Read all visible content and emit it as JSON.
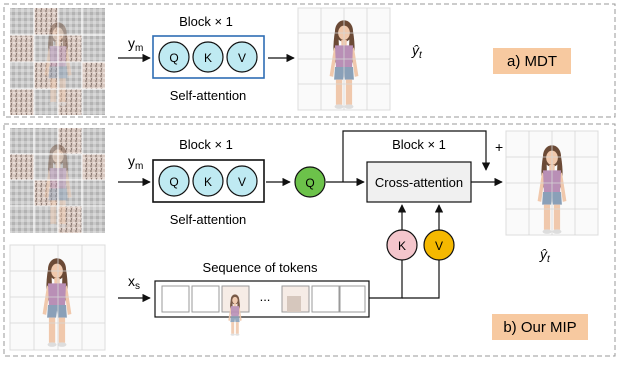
{
  "panel_a": {
    "block_label": "Block × 1",
    "input_label_base": "y",
    "input_label_sub": "m",
    "tokens": [
      "Q",
      "K",
      "V"
    ],
    "module_caption": "Self-attention",
    "output_label_base": "ŷ",
    "output_label_sub": "t",
    "tag": "a) MDT",
    "tag_color": "#f7c9a0"
  },
  "panel_b": {
    "input_label_base": "y",
    "input_label_sub": "m",
    "self_block_label": "Block × 1",
    "tokens": [
      "Q",
      "K",
      "V"
    ],
    "module_caption": "Self-attention",
    "query_token": "Q",
    "cross_block_label": "Block × 1",
    "cross_module": "Cross-attention",
    "residual_sign": "+",
    "key_token": "K",
    "value_token": "V",
    "source_label_base": "x",
    "source_label_sub": "s",
    "sequence_caption": "Sequence of tokens",
    "ellipsis": "...",
    "output_label_base": "ŷ",
    "output_label_sub": "t",
    "tag": "b) Our MIP",
    "tag_color": "#f7c9a0"
  },
  "colors": {
    "token_fill": "#bfeaf2",
    "q_green": "#6cc24a",
    "k_pink": "#f4c6cc",
    "v_amber": "#f5b800",
    "block_border": "#2e6db4",
    "cross_fill": "#f0f0f0"
  },
  "icons": {
    "masked_image": "masked-person-image",
    "person_image": "person-photo"
  }
}
